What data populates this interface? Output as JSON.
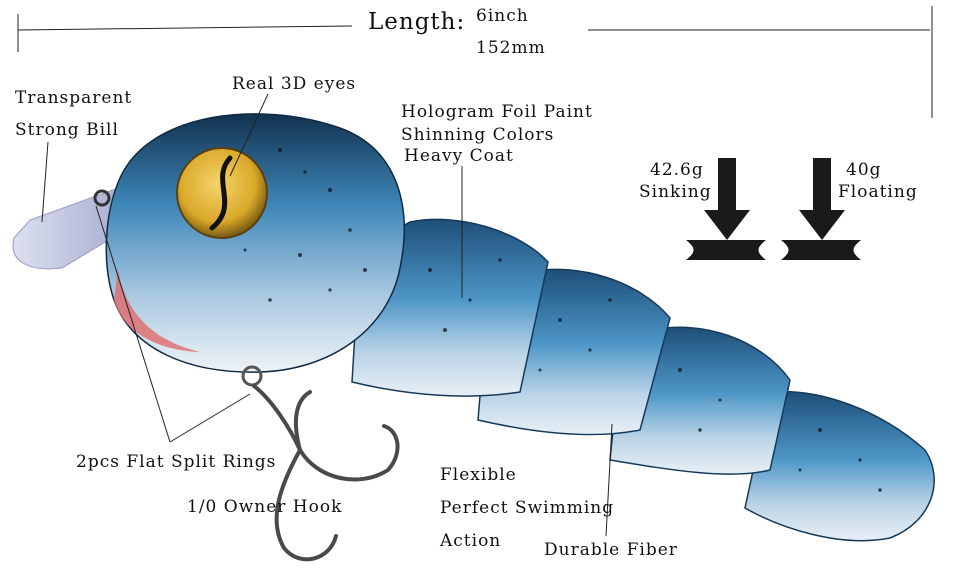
{
  "dimensions": {
    "title": "Length:",
    "inch": "6inch",
    "mm": "152mm"
  },
  "callouts": {
    "bill_line1": "Transparent",
    "bill_line2": "Strong Bill",
    "eyes": "Real 3D eyes",
    "paint_line1": "Hologram Foil Paint",
    "paint_line2": "Shinning Colors",
    "paint_line3": "Heavy Coat",
    "rings": "2pcs Flat Split Rings",
    "hook": "1/0 Owner Hook",
    "action_line1": "Flexible",
    "action_line2": "Perfect Swimming",
    "action_line3": "Action",
    "fiber": "Durable Fiber"
  },
  "weights": {
    "sinking": {
      "weight": "42.6g",
      "label": "Sinking"
    },
    "floating": {
      "weight": "40g",
      "label": "Floating"
    }
  },
  "colors": {
    "lure_blue": "#3d86b8",
    "lure_dark": "#1e4f78",
    "eye_gold": "#d9a92a",
    "hook_steel": "#4a4a4a"
  }
}
